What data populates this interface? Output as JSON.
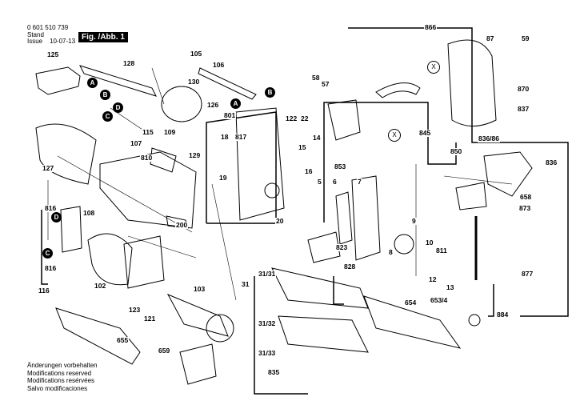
{
  "header": {
    "part_number": "0 601 510 739",
    "stand_label": "Stand",
    "issue_label": "Issue",
    "issue_date": "10-07-13",
    "figure_label": "Fig. /Abb. 1"
  },
  "footer_notes": [
    "Änderungen vorbehalten",
    "Modifications reserved",
    "Modifications resérvées",
    "Salvo modificaciones"
  ],
  "connectors": {
    "A": "A",
    "B": "B",
    "C": "C",
    "D": "D",
    "X": "X"
  },
  "parts": {
    "p125": "125",
    "p128": "128",
    "p105": "105",
    "p106": "106",
    "p130": "130",
    "p126": "126",
    "p127": "127",
    "p115": "115",
    "p107": "107",
    "p109": "109",
    "p810": "810",
    "p129": "129",
    "p801": "801",
    "p18": "18",
    "p817": "817",
    "p19": "19",
    "p122": "122",
    "p22": "22",
    "p15": "15",
    "p14": "14",
    "p16": "16",
    "p5": "5",
    "p20": "20",
    "p6": "6",
    "p7": "7",
    "p58": "58",
    "p57": "57",
    "p853": "853",
    "p845": "845",
    "p866": "866",
    "p87": "87",
    "p59": "59",
    "p870": "870",
    "p837": "837",
    "p836_86": "836/86",
    "p850": "850",
    "p836": "836",
    "p658": "658",
    "p873": "873",
    "p816a": "816",
    "p816b": "816",
    "p116": "116",
    "p108": "108",
    "p200": "200",
    "p102": "102",
    "p103": "103",
    "p123": "123",
    "p121": "121",
    "p31": "31",
    "p31_31": "31/31",
    "p31_32": "31/32",
    "p31_33": "31/33",
    "p835": "835",
    "p823": "823",
    "p828": "828",
    "p9": "9",
    "p8": "8",
    "p10": "10",
    "p811": "811",
    "p12": "12",
    "p13": "13",
    "p877": "877",
    "p884": "884",
    "p654": "654",
    "p653_4": "653/4",
    "p655": "655",
    "p659": "659"
  }
}
